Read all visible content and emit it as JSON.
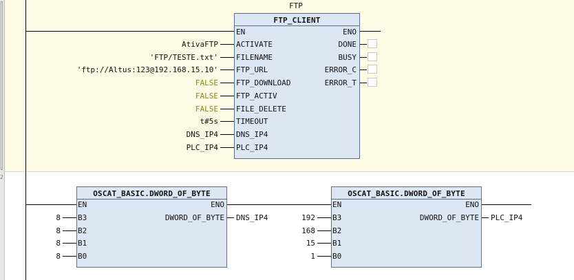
{
  "networks": [
    {
      "instance_name": "FTP",
      "block": {
        "type": "FTP_CLIENT",
        "inputs": [
          "EN",
          "ACTIVATE",
          "FILENAME",
          "FTP_URL",
          "FTP_DOWNLOAD",
          "FTP_ACTIV",
          "FILE_DELETE",
          "TIMEOUT",
          "DNS_IP4",
          "PLC_IP4"
        ],
        "outputs": [
          "ENO",
          "DONE",
          "BUSY",
          "ERROR_C",
          "ERROR_T"
        ]
      },
      "input_values": [
        "",
        "AtivaFTP",
        "'FTP/TESTE.txt'",
        "'ftp://Altus:123@192.168.15.10'",
        "FALSE",
        "FALSE",
        "FALSE",
        "t#5s",
        "DNS_IP4",
        "PLC_IP4"
      ]
    },
    {
      "blocks": [
        {
          "type": "OSCAT_BASIC.DWORD_OF_BYTE",
          "inputs": [
            "EN",
            "B3",
            "B2",
            "B1",
            "B0"
          ],
          "outputs": [
            "ENO",
            "DWORD_OF_BYTE"
          ],
          "input_values": [
            "",
            "8",
            "8",
            "8",
            "8"
          ],
          "output_value": "DNS_IP4"
        },
        {
          "type": "OSCAT_BASIC.DWORD_OF_BYTE",
          "inputs": [
            "EN",
            "B3",
            "B2",
            "B1",
            "B0"
          ],
          "outputs": [
            "ENO",
            "DWORD_OF_BYTE"
          ],
          "input_values": [
            "",
            "192",
            "168",
            "15",
            "1"
          ],
          "output_value": "PLC_IP4"
        }
      ]
    }
  ],
  "gutter": {
    "rung_number": "2"
  },
  "colors": {
    "network_bg": "#fdfbe4",
    "block_bg": "#dde7f4",
    "boolean_literal": "#8a8a1a"
  }
}
